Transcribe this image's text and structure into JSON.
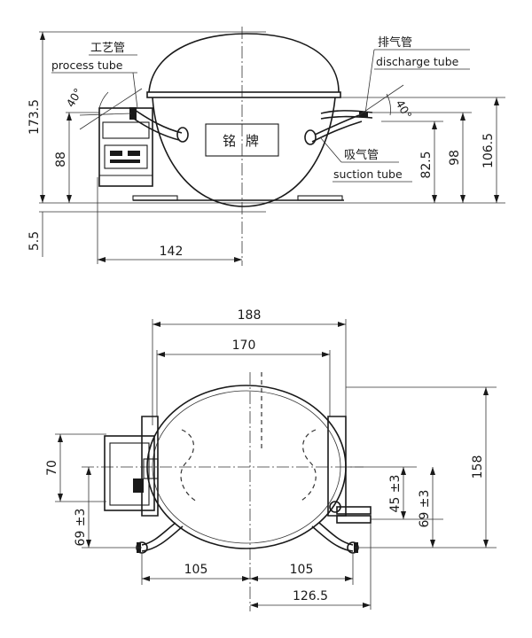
{
  "labels": {
    "process_tube_cn": "工艺管",
    "process_tube_en": "process tube",
    "discharge_tube_cn": "排气管",
    "discharge_tube_en": "discharge tube",
    "suction_tube_cn": "吸气管",
    "suction_tube_en": "suction tube",
    "nameplate": "铭 牌"
  },
  "dimensions": {
    "side": {
      "height_total": "173.5",
      "height_left": "88",
      "base_offset": "5.5",
      "half_width": "142",
      "angle_left": "40°",
      "angle_right": "40°",
      "h_82_5": "82.5",
      "h_98": "98",
      "h_106_5": "106.5"
    },
    "top": {
      "width_188": "188",
      "width_170": "170",
      "height_158": "158",
      "left_70": "70",
      "left_69": "69 ±3",
      "right_45": "45 ±3",
      "right_69": "69 ±3",
      "bottom_105_left": "105",
      "bottom_105_right": "105",
      "bottom_126_5": "126.5"
    }
  },
  "colors": {
    "line": "#1a1a1a",
    "background": "#ffffff"
  }
}
